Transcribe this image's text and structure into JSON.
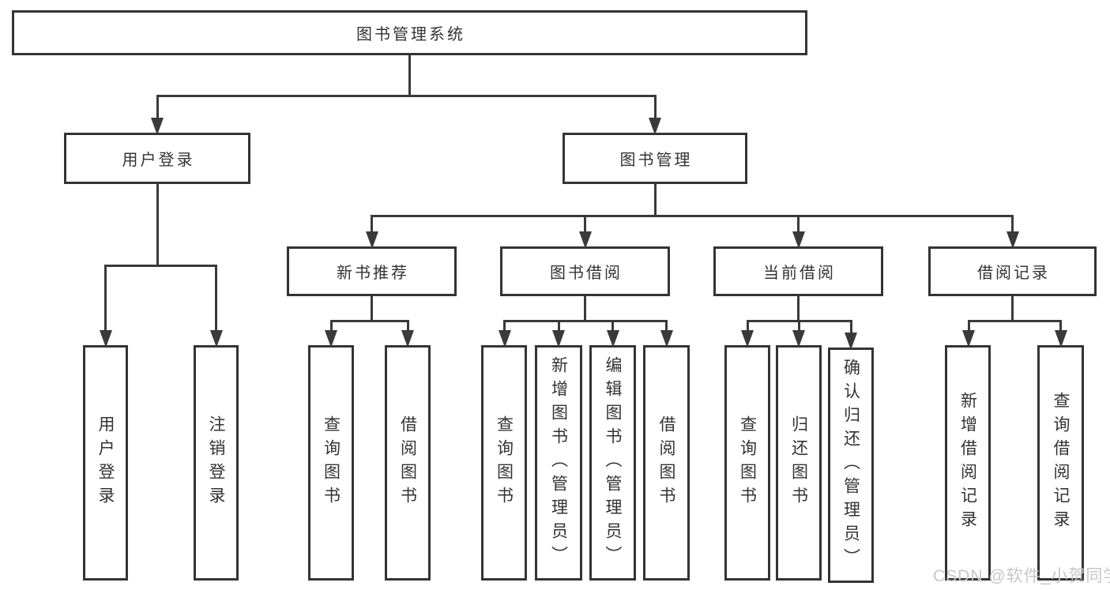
{
  "tree": {
    "label": "图书管理系统",
    "children": [
      {
        "label": "用户登录",
        "children": [
          {
            "label": "用户登录"
          },
          {
            "label": "注销登录"
          }
        ]
      },
      {
        "label": "图书管理",
        "children": [
          {
            "label": "新书推荐",
            "children": [
              {
                "label": "查询图书"
              },
              {
                "label": "借阅图书"
              }
            ]
          },
          {
            "label": "图书借阅",
            "children": [
              {
                "label": "查询图书"
              },
              {
                "label": "新增图书（管理员）"
              },
              {
                "label": "编辑图书（管理员）"
              },
              {
                "label": "借阅图书"
              }
            ]
          },
          {
            "label": "当前借阅",
            "children": [
              {
                "label": "查询图书"
              },
              {
                "label": "归还图书"
              },
              {
                "label": "确认归还（管理员）"
              }
            ]
          },
          {
            "label": "借阅记录",
            "children": [
              {
                "label": "新增借阅记录"
              },
              {
                "label": "查询借阅记录"
              }
            ]
          }
        ]
      }
    ]
  },
  "watermark": "CSDN @软件_小贺同学",
  "colors": {
    "line": "#3a3a3a",
    "box_border": "#343434",
    "text": "#333333",
    "watermark": "#c7c7cb",
    "background": "#ffffff"
  }
}
